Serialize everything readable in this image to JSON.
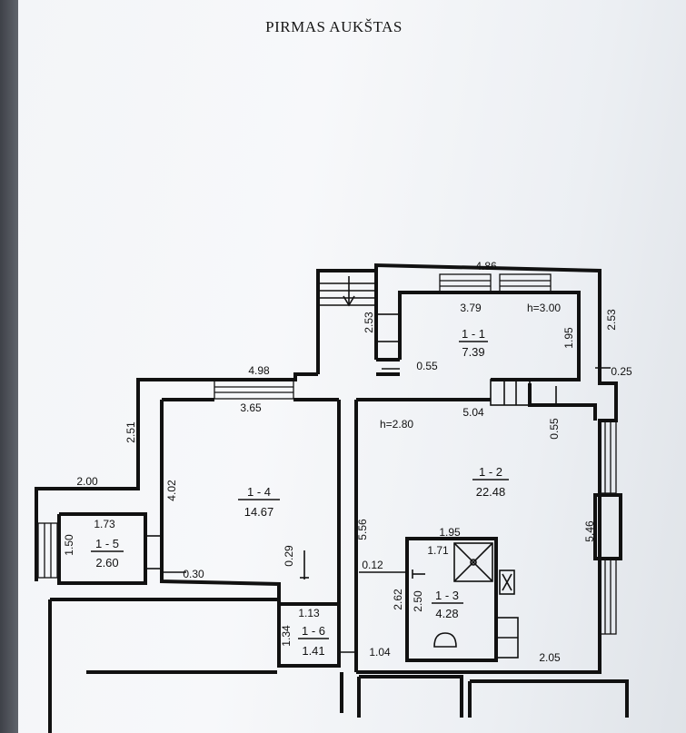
{
  "page": {
    "title": "PIRMAS AUKŠTAS"
  },
  "rooms": [
    {
      "id": "1 - 1",
      "area": "7.39"
    },
    {
      "id": "1 - 2",
      "area": "22.48"
    },
    {
      "id": "1 - 3",
      "area": "4.28"
    },
    {
      "id": "1 - 4",
      "area": "14.67"
    },
    {
      "id": "1 - 5",
      "area": "2.60"
    },
    {
      "id": "1 - 6",
      "area": "1.41"
    }
  ],
  "heights": {
    "room_1_1": "h=3.00",
    "room_1_2": "h=2.80"
  },
  "dimensions": {
    "top_width": "4.86",
    "r11_width": "3.79",
    "r11_height": "1.95",
    "stair_height": "2.53",
    "right_upper": "2.53",
    "ledge_small": "0.55",
    "corner_small": "0.25",
    "top_left_width": "4.98",
    "r14_width": "3.65",
    "r12_width": "5.04",
    "r12_offset": "0.55",
    "left_upper": "2.51",
    "left_ext": "2.00",
    "r14_height": "4.02",
    "r12_height": "5.56",
    "right_lower": "5.46",
    "r15_width": "1.73",
    "r15_height": "1.50",
    "r14_step": "0.29",
    "bottom_step": "0.30",
    "r13_width": "1.95",
    "r13_left": "0.12",
    "r13_height_a": "2.62",
    "r13_height_b": "2.50",
    "r16_width": "1.13",
    "r16_height": "1.34",
    "r16_offset": "1.04",
    "r12_bottom": "2.05"
  }
}
